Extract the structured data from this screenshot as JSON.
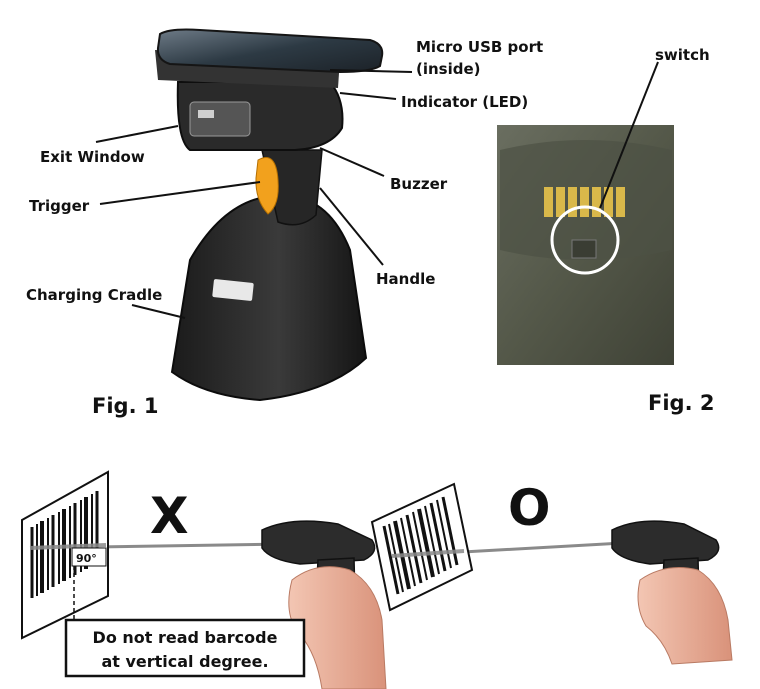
{
  "fig1": {
    "caption": "Fig. 1",
    "labels": {
      "micro_usb_line1": "Micro USB port",
      "micro_usb_line2": "(inside)",
      "indicator": "Indicator (LED)",
      "exit_window": "Exit Window",
      "buzzer": "Buzzer",
      "trigger": "Trigger",
      "handle": "Handle",
      "charging_cradle": "Charging Cradle"
    }
  },
  "fig2": {
    "caption": "Fig. 2",
    "switch_label": "switch"
  },
  "bottom": {
    "wrong_mark": "X",
    "right_mark": "O",
    "angle": "90°",
    "note_line1": "Do not read barcode",
    "note_line2": "at vertical degree."
  },
  "colors": {
    "device_dark": "#2a2a2a",
    "trigger_orange": "#f2a11d",
    "photo_bg": "#5b5f51",
    "beam": "#8a8a8a"
  }
}
